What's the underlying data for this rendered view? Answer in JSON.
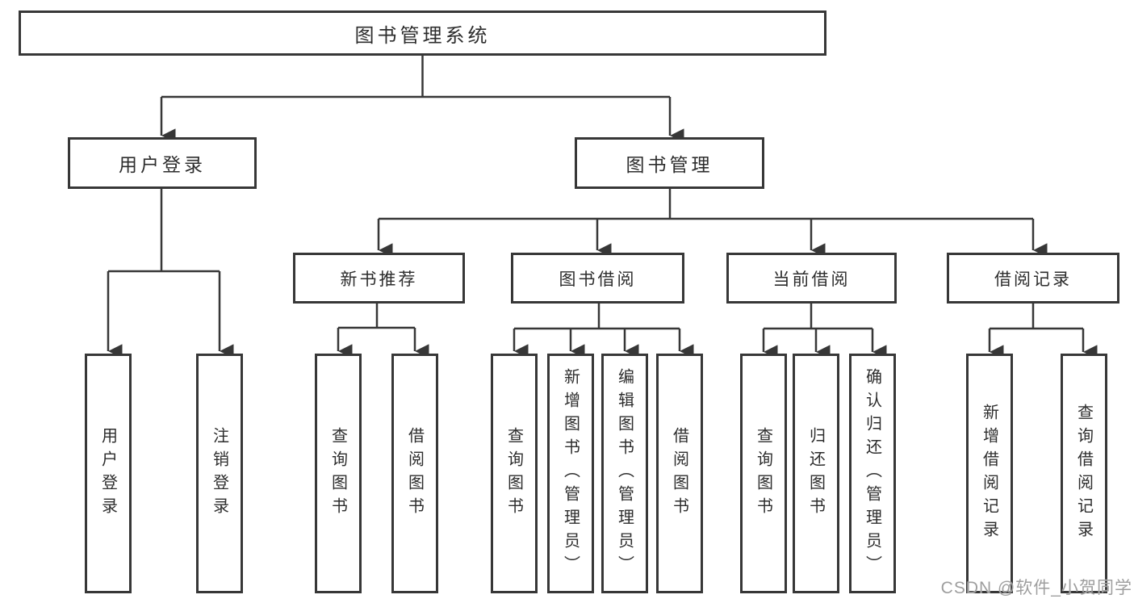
{
  "colors": {
    "line": "#373737",
    "box_border": "#373737",
    "text": "#2d2d2d",
    "watermark": "#9e9e9e",
    "background": "#ffffff"
  },
  "diagram": {
    "watermark": "CSDN @软件_小贺同学",
    "root": {
      "label": "图书管理系统",
      "children": [
        {
          "label": "用户登录",
          "children": [
            {
              "label": "用户登录"
            },
            {
              "label": "注销登录"
            }
          ]
        },
        {
          "label": "图书管理",
          "children": [
            {
              "label": "新书推荐",
              "children": [
                {
                  "label": "查询图书"
                },
                {
                  "label": "借阅图书"
                }
              ]
            },
            {
              "label": "图书借阅",
              "children": [
                {
                  "label": "查询图书"
                },
                {
                  "label": "新增图书（管理员）"
                },
                {
                  "label": "编辑图书（管理员）"
                },
                {
                  "label": "借阅图书"
                }
              ]
            },
            {
              "label": "当前借阅",
              "children": [
                {
                  "label": "查询图书"
                },
                {
                  "label": "归还图书"
                },
                {
                  "label": "确认归还（管理员）"
                }
              ]
            },
            {
              "label": "借阅记录",
              "children": [
                {
                  "label": "新增借阅记录"
                },
                {
                  "label": "查询借阅记录"
                }
              ]
            }
          ]
        }
      ]
    }
  }
}
